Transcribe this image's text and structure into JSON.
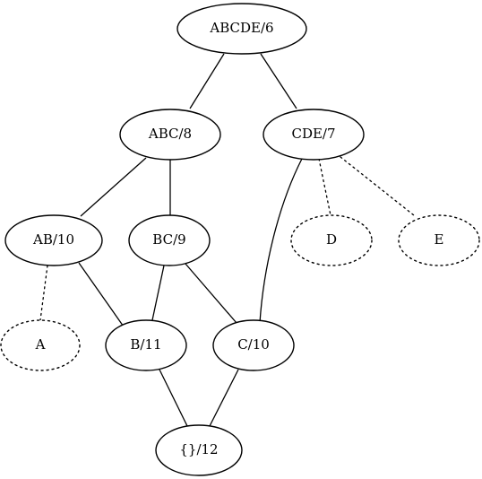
{
  "diagram": {
    "nodes": {
      "abcde": "ABCDE/6",
      "abc": "ABC/8",
      "cde": "CDE/7",
      "ab": "AB/10",
      "bc": "BC/9",
      "d": "D",
      "e": "E",
      "a": "A",
      "b": "B/11",
      "c": "C/10",
      "empty": "{}/12"
    },
    "edges": [
      {
        "from": "abcde",
        "to": "abc",
        "style": "solid"
      },
      {
        "from": "abcde",
        "to": "cde",
        "style": "solid"
      },
      {
        "from": "abc",
        "to": "ab",
        "style": "solid"
      },
      {
        "from": "abc",
        "to": "bc",
        "style": "solid"
      },
      {
        "from": "cde",
        "to": "c",
        "style": "solid"
      },
      {
        "from": "cde",
        "to": "d",
        "style": "dotted"
      },
      {
        "from": "cde",
        "to": "e",
        "style": "dotted"
      },
      {
        "from": "ab",
        "to": "a",
        "style": "dotted"
      },
      {
        "from": "ab",
        "to": "b",
        "style": "solid"
      },
      {
        "from": "bc",
        "to": "b",
        "style": "solid"
      },
      {
        "from": "bc",
        "to": "c",
        "style": "solid"
      },
      {
        "from": "b",
        "to": "empty",
        "style": "solid"
      },
      {
        "from": "c",
        "to": "empty",
        "style": "solid"
      }
    ]
  }
}
